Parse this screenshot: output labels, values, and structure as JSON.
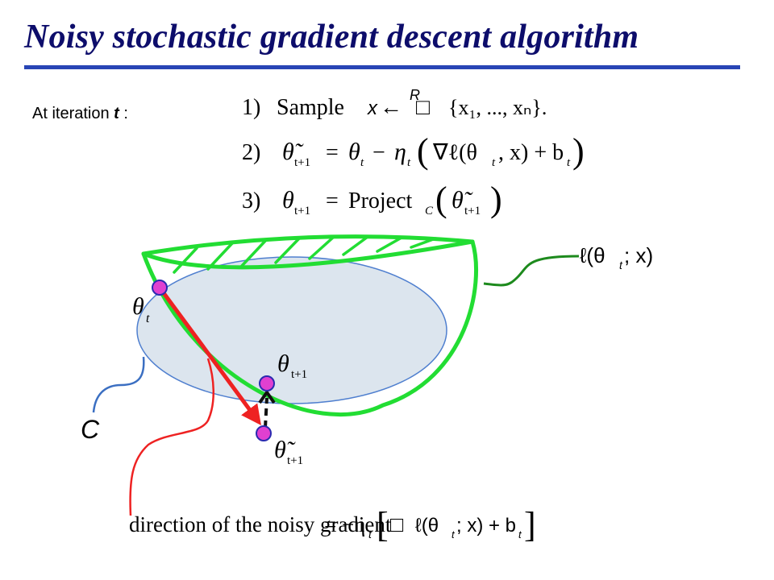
{
  "slide": {
    "title": "Noisy stochastic gradient descent algorithm",
    "iteration_label_prefix": "At iteration ",
    "iteration_label_var": "t",
    "iteration_label_suffix": " :"
  },
  "steps": {
    "step1_number": "1)",
    "step1_word": "Sample",
    "step1_var": "x",
    "step1_arrow": "←",
    "step1_arrow_sup": "R",
    "step1_box": "□",
    "step1_set": "{x₁, ..., xₙ}.",
    "step2_number": "2)",
    "step2_lhs": "θ̃",
    "step2_lhs_sub": "t+1",
    "step2_eq": "=",
    "step2_theta": "θ",
    "step2_theta_sub": "t",
    "step2_minus": "−",
    "step2_eta": "η",
    "step2_eta_sub": "t",
    "step2_paren_open": "(",
    "step2_grad": "∇ℓ(θ",
    "step2_grad_sub": "t",
    "step2_grad_rest": ", x) + b",
    "step2_b_sub": "t",
    "step2_paren_close": ")",
    "step3_number": "3)",
    "step3_lhs": "θ",
    "step3_lhs_sub": "t+1",
    "step3_eq": "=",
    "step3_op": "Project",
    "step3_op_sub": "C",
    "step3_paren_open": "(",
    "step3_arg": "θ̃",
    "step3_arg_sub": "t+1",
    "step3_paren_close": ")"
  },
  "diagram": {
    "loss_label": "ℓ(θ",
    "loss_label_sub": "t",
    "loss_label_rest": "; x)",
    "set_label": "C",
    "theta_t": "θ",
    "theta_t_sub": "t",
    "theta_next": "θ",
    "theta_next_sub": "t+1",
    "theta_tilde": "θ̃",
    "theta_tilde_sub": "t+1",
    "bottom_prefix": "direction of the noisy gradient",
    "bottom_eq": "= −η",
    "bottom_eta_sub": "t",
    "bottom_bracket_open": "[",
    "bottom_box": "□",
    "bottom_loss": "ℓ(θ",
    "bottom_loss_sub": "t",
    "bottom_loss_rest": "; x) + b",
    "bottom_b_sub": "t",
    "bottom_bracket_close": "]"
  },
  "colors": {
    "title": "#0d0d6b",
    "rule": "#2845b5",
    "loss_surface": "#22dd33",
    "loss_leader": "#1d8a1d",
    "constraint_fill": "#dce5ee",
    "constraint_stroke": "#4f7fcf",
    "constraint_leader": "#3b6fc2",
    "gradient": "#ee2222",
    "point": "#e040d0",
    "point_stroke": "#2a2ab0"
  }
}
